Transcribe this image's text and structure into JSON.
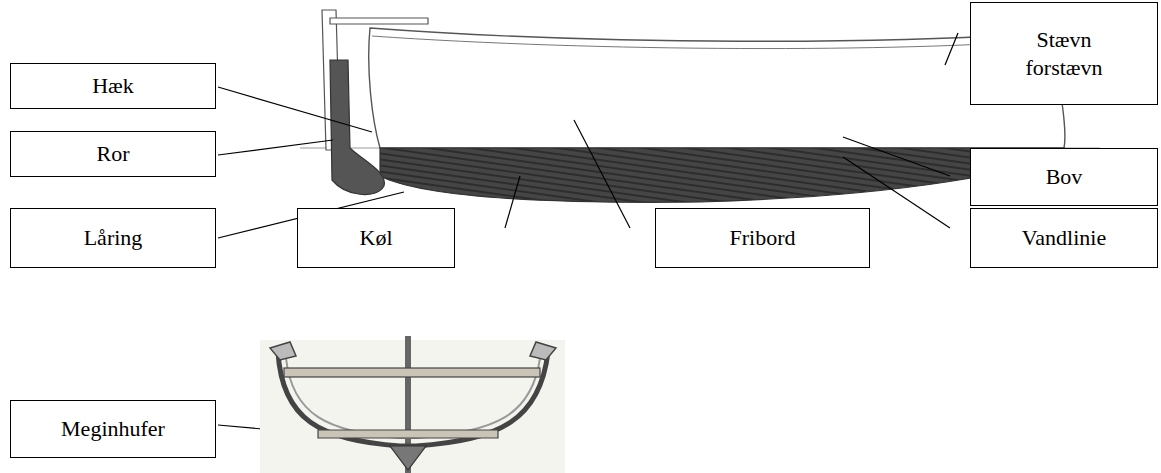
{
  "diagram": {
    "nodes": [
      {
        "text": [
          "Hæk"
        ]
      },
      {
        "text": [
          "Stævn forstævn"
        ]
      },
      {
        "text": [
          "Ror"
        ]
      },
      {
        "text": [
          "Bov"
        ]
      },
      {
        "text": [
          "Låring"
        ]
      },
      {
        "text": [
          "Køl"
        ]
      },
      {
        "text": [
          "Fribord"
        ]
      },
      {
        "text": [
          "Vandlinie"
        ]
      },
      {
        "text": [
          "Meginhufer"
        ]
      }
    ]
  }
}
